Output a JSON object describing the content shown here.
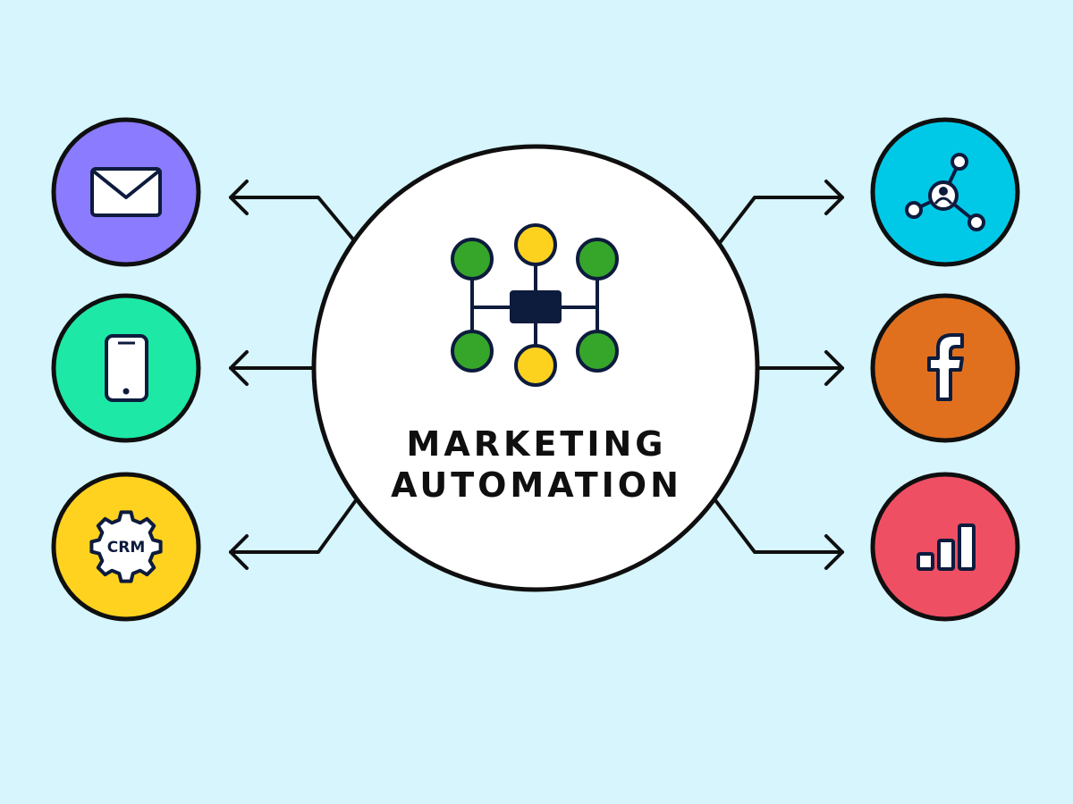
{
  "title": {
    "line1": "MARKETING",
    "line2": "AUTOMATION"
  },
  "colors": {
    "background": "#d6f5fd",
    "outline": "#0f0f0f",
    "icon_stroke": "#0d1b3d",
    "hub_green": "#35a62a",
    "hub_yellow": "#fcd21f"
  },
  "channels": [
    {
      "name": "email",
      "icon": "envelope-icon",
      "color": "#8b7bff",
      "side": "left",
      "arrow": "outgoing"
    },
    {
      "name": "mobile",
      "icon": "smartphone-icon",
      "color": "#1ee8a6",
      "side": "left",
      "arrow": "outgoing"
    },
    {
      "name": "crm",
      "icon": "crm-gear-icon",
      "label": "CRM",
      "color": "#ffd21f",
      "side": "left",
      "arrow": "outgoing"
    },
    {
      "name": "social-network",
      "icon": "network-icon",
      "color": "#00c9e8",
      "side": "right",
      "arrow": "outgoing"
    },
    {
      "name": "facebook",
      "icon": "facebook-icon",
      "color": "#e0701e",
      "side": "right",
      "arrow": "outgoing"
    },
    {
      "name": "analytics",
      "icon": "bar-chart-icon",
      "color": "#ef4f63",
      "side": "right",
      "arrow": "outgoing"
    }
  ]
}
